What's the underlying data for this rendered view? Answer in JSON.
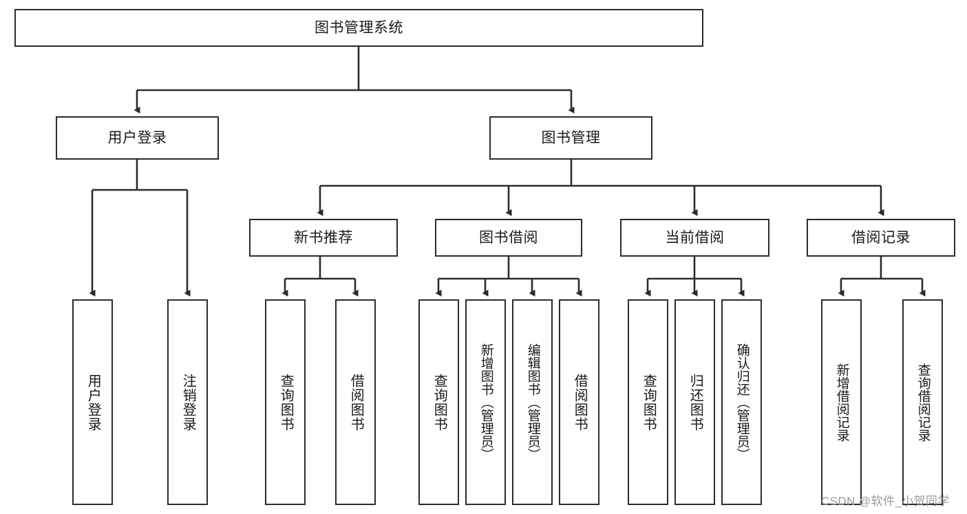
{
  "diagram": {
    "type": "tree-hierarchy",
    "title": "图书管理系统",
    "watermark": "CSDN @软件_小贺同学",
    "colors": {
      "border": "#2b2b2b",
      "background": "#ffffff",
      "text": "#1a1a1a",
      "watermark": "#9a9a9a"
    },
    "levels": {
      "root": {
        "label": "图书管理系统"
      },
      "level2": [
        {
          "label": "用户登录"
        },
        {
          "label": "图书管理"
        }
      ],
      "level3": [
        {
          "label": "新书推荐"
        },
        {
          "label": "图书借阅"
        },
        {
          "label": "当前借阅"
        },
        {
          "label": "借阅记录"
        }
      ],
      "leaves": {
        "user_login": [
          {
            "label": "用户登录"
          },
          {
            "label": "注销登录"
          }
        ],
        "new_book_recommend": [
          {
            "label": "查询图书"
          },
          {
            "label": "借阅图书"
          }
        ],
        "book_borrow": [
          {
            "label": "查询图书"
          },
          {
            "label": "新增图书（管理员）"
          },
          {
            "label": "编辑图书（管理员）"
          },
          {
            "label": "借阅图书"
          }
        ],
        "current_borrow": [
          {
            "label": "查询图书"
          },
          {
            "label": "归还图书"
          },
          {
            "label": "确认归还（管理员）"
          }
        ],
        "borrow_record": [
          {
            "label": "新增借阅记录"
          },
          {
            "label": "查询借阅记录"
          }
        ]
      }
    }
  }
}
